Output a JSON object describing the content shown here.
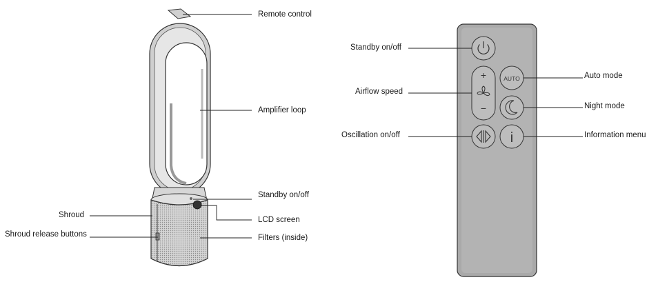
{
  "fan_labels": {
    "remote_control": "Remote control",
    "amplifier_loop": "Amplifier loop",
    "standby": "Standby on/off",
    "lcd_screen": "LCD screen",
    "filters": "Filters (inside)",
    "shroud": "Shroud",
    "shroud_release": "Shroud release buttons"
  },
  "remote_labels": {
    "standby": "Standby on/off",
    "airflow": "Airflow speed",
    "oscillation": "Oscillation on/off",
    "auto_mode": "Auto mode",
    "night_mode": "Night mode",
    "info_menu": "Information menu"
  },
  "remote_buttons": {
    "auto_text": "AUTO",
    "plus": "+",
    "minus": "−",
    "info": "i"
  },
  "colors": {
    "line": "#222222",
    "fan_body": "#d9d9d9",
    "remote_body": "#a9a9a9",
    "button_face": "#bdbdbd"
  },
  "icons": [
    "power-icon",
    "fan-icon",
    "moon-icon",
    "oscillation-icon",
    "info-icon"
  ]
}
